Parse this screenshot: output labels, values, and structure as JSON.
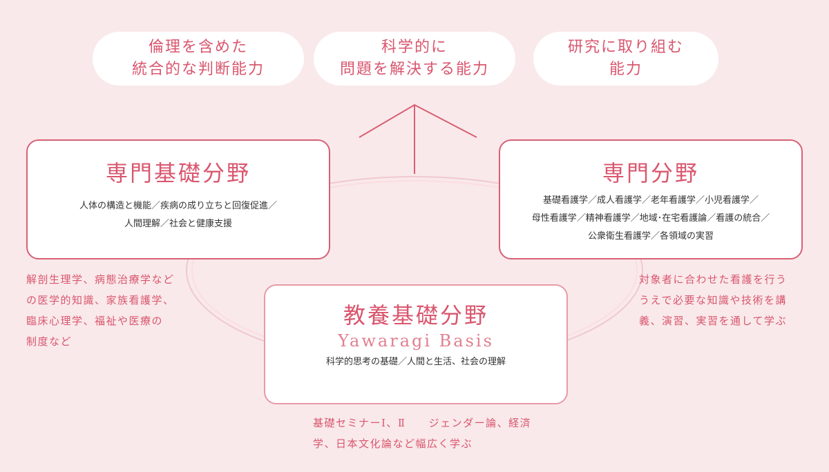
{
  "goals": [
    {
      "lines": [
        "倫理を含めた",
        "統合的な判断能力"
      ]
    },
    {
      "lines": [
        "科学的に",
        "問題を解決する能力"
      ]
    },
    {
      "lines": [
        "研究に取り組む",
        "能力"
      ]
    }
  ],
  "fields": {
    "specialized_basic": {
      "title": "専門基礎分野",
      "lines": [
        "人体の構造と機能／疾病の成り立ちと回復促進／",
        "人間理解／社会と健康支援"
      ],
      "caption": [
        "解剖生理学、病態治療学など",
        "の医学的知識、家族看護学、",
        "臨床心理学、福祉や医療の",
        "制度など"
      ]
    },
    "specialized": {
      "title": "専門分野",
      "lines": [
        "基礎看護学／成人看護学／老年看護学／小児看護学／",
        "母性看護学／精神看護学／地域･在宅看護論／看護の統合／",
        "公衆衛生看護学／各領域の実習"
      ],
      "caption": [
        "対象者に合わせた看護を行う",
        "うえで必要な知識や技術を講",
        "義、演習、実習を通して学ぶ"
      ]
    },
    "liberal_arts": {
      "title": "教養基礎分野",
      "subtitle": "Yawaragi Basis",
      "lines": [
        "科学的思考の基礎／人間と生活、社会の理解"
      ],
      "caption": [
        "基礎セミナーⅠ、Ⅱ　　ジェンダー論、経済",
        "学、日本文化論など幅広く学ぶ"
      ]
    }
  },
  "colors": {
    "accent": "#d9566e",
    "background": "#f9e9ea",
    "border": "#d75f75"
  }
}
